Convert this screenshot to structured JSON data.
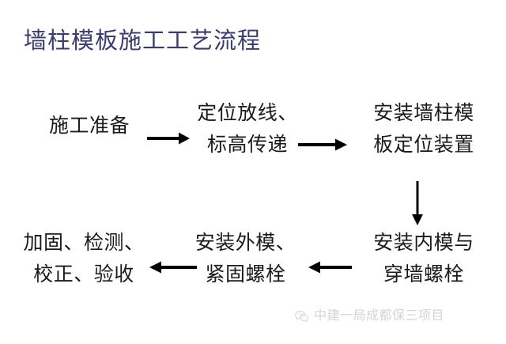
{
  "slide": {
    "title": "墙柱模板施工工艺流程",
    "title_color": "#3b3b6d",
    "background_color": "#ffffff",
    "body_text_color": "#1a1a1a"
  },
  "flow": {
    "nodes": [
      {
        "id": "prep",
        "lines": [
          "施工准备"
        ],
        "line1": "施工准备",
        "line2": ""
      },
      {
        "id": "layout",
        "lines": [
          "定位放线、",
          "标高传递"
        ],
        "line1": "定位放线、",
        "line2": "标高传递"
      },
      {
        "id": "install-pos",
        "lines": [
          "安装墙柱模",
          "板定位装置"
        ],
        "line1": "安装墙柱模",
        "line2": "板定位装置"
      },
      {
        "id": "inner",
        "lines": [
          "安装内模与",
          "穿墙螺栓"
        ],
        "line1": "安装内模与",
        "line2": "穿墙螺栓"
      },
      {
        "id": "outer",
        "lines": [
          "安装外模、",
          "紧固螺栓"
        ],
        "line1": "安装外模、",
        "line2": "紧固螺栓"
      },
      {
        "id": "final",
        "lines": [
          "加固、检测、",
          "校正、验收"
        ],
        "line1": "加固、检测、",
        "line2": "校正、验收"
      }
    ],
    "connectors": [
      {
        "id": "arrow-1",
        "from": "prep",
        "to": "layout",
        "direction": "right"
      },
      {
        "id": "arrow-2",
        "from": "layout",
        "to": "install-pos",
        "direction": "right"
      },
      {
        "id": "arrow-down",
        "from": "install-pos",
        "to": "inner",
        "direction": "down"
      },
      {
        "id": "arrow-3",
        "from": "inner",
        "to": "outer",
        "direction": "left"
      },
      {
        "id": "arrow-4",
        "from": "outer",
        "to": "final",
        "direction": "left"
      }
    ],
    "arrow_color": "#000000"
  },
  "footer": {
    "logo": "wechat-icon",
    "text": "中建一局成都保三项目",
    "text_color": "#d2d4d8"
  }
}
